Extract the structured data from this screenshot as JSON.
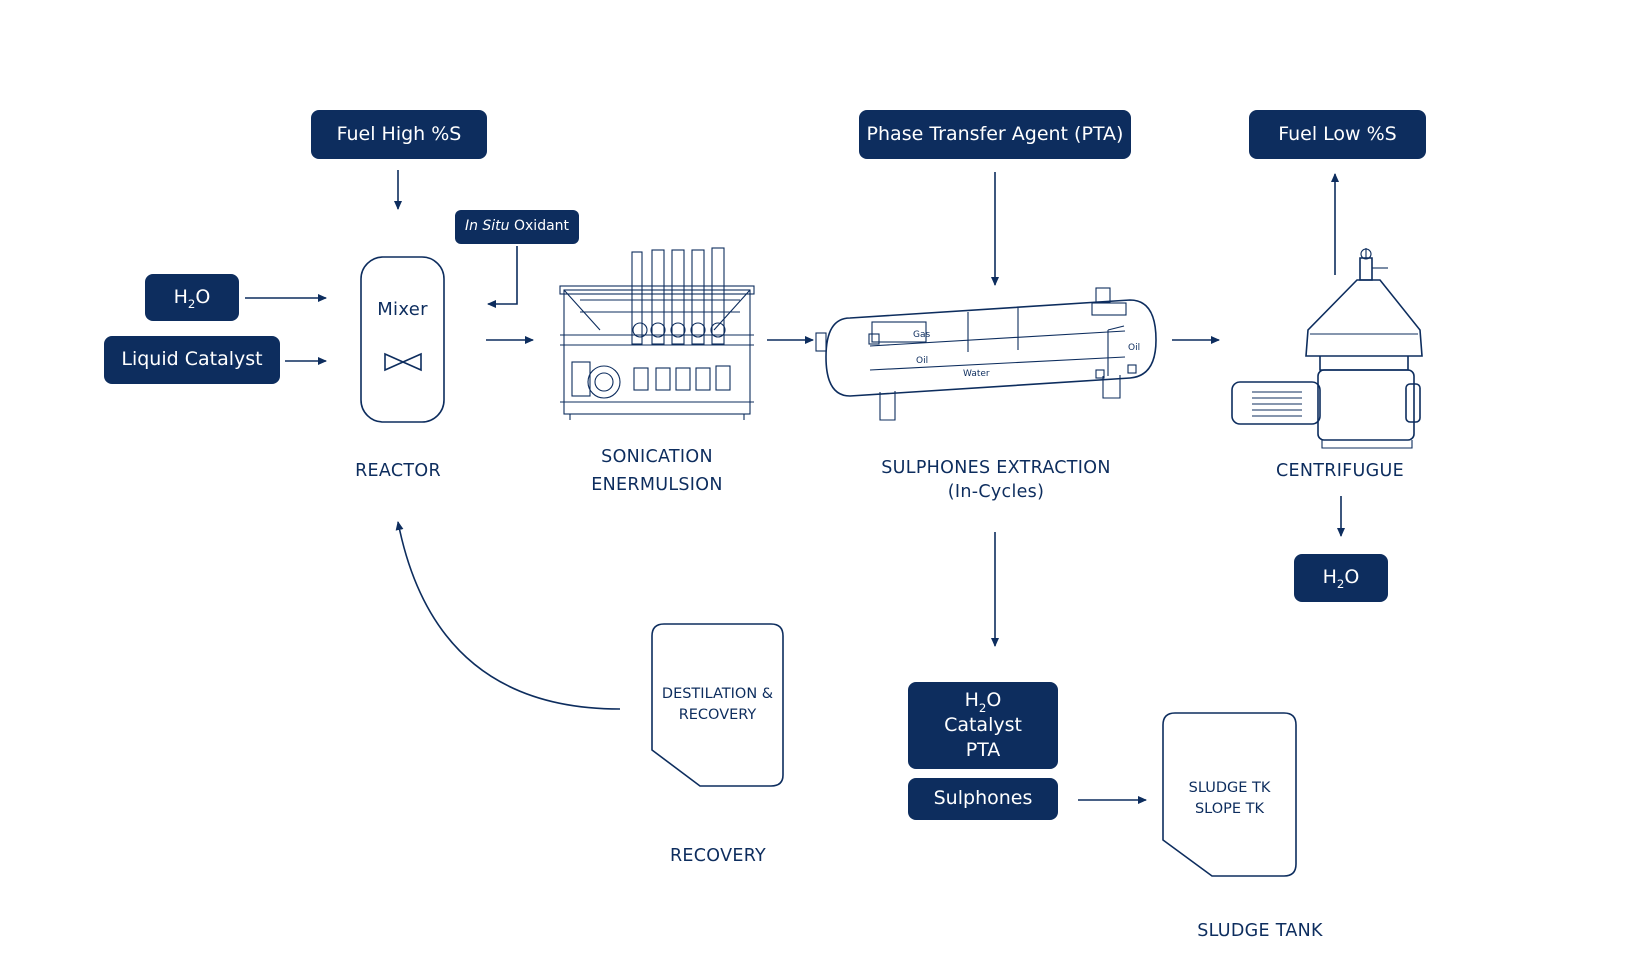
{
  "inputs": {
    "fuel_high": "Fuel High %S",
    "oxidant_italic": "In Situ",
    "oxidant_rest": " Oxidant",
    "h2o_left": {
      "h": "H",
      "sub": "2",
      "o": "O"
    },
    "liquid_catalyst": "Liquid Catalyst",
    "pta": "Phase Transfer Agent (PTA)",
    "fuel_low": "Fuel Low %S",
    "h2o_right": {
      "h": "H",
      "sub": "2",
      "o": "O"
    }
  },
  "reactor": {
    "mixer_label": "Mixer",
    "caption": "REACTOR"
  },
  "sonication": {
    "caption_line1": "SONICATION",
    "caption_line2": "ENERMULSION"
  },
  "extraction": {
    "caption_line1": "SULPHONES EXTRACTION",
    "caption_line2": "(In-Cycles)",
    "tank_labels": {
      "gas": "Gas",
      "oil_left": "Oil",
      "water": "Water",
      "oil_right": "Oil"
    }
  },
  "centrifuge": {
    "caption": "CENTRIFUGUE"
  },
  "outputs": {
    "h2o_catalyst_pta": {
      "h": "H",
      "sub": "2",
      "o": "O",
      "line2": "Catalyst",
      "line3": "PTA"
    },
    "sulphones": "Sulphones"
  },
  "recovery": {
    "doc_line1": "DESTILATION &",
    "doc_line2": "RECOVERY",
    "caption": "RECOVERY"
  },
  "sludge": {
    "doc_line1": "SLUDGE TK",
    "doc_line2": "SLOPE TK",
    "caption": "SLUDGE TANK"
  },
  "colors": {
    "brand_navy": "#0d2d5e",
    "background": "#ffffff"
  }
}
